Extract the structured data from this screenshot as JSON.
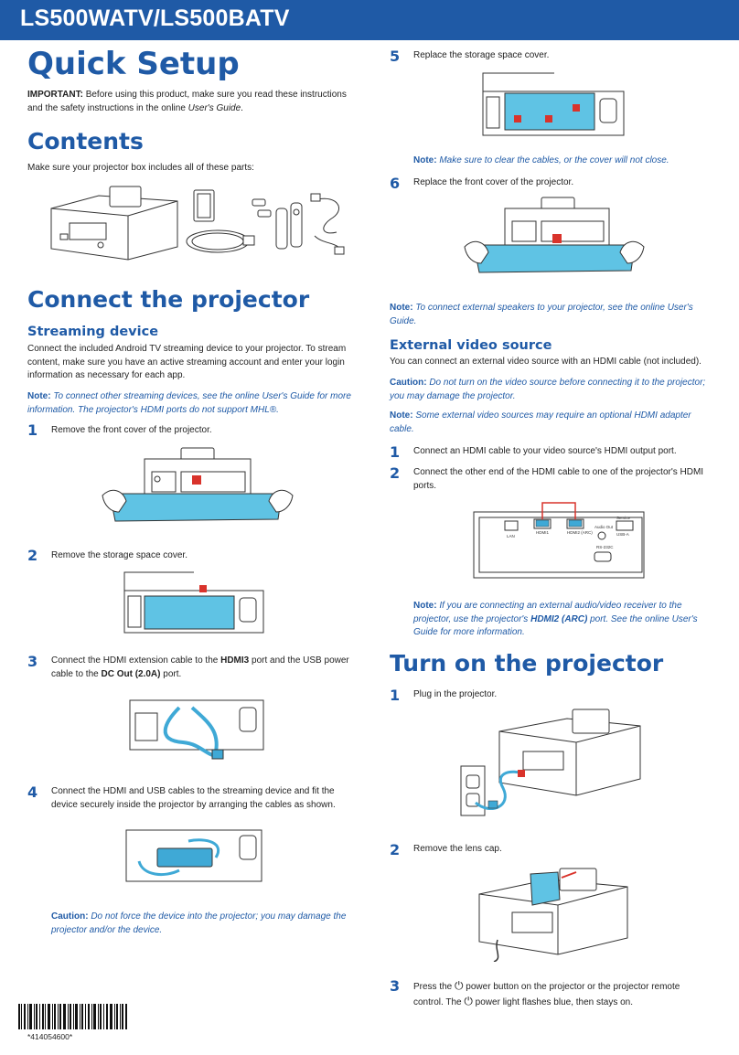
{
  "header": {
    "model": "LS500WATV/LS500BATV"
  },
  "quick_setup": {
    "title": "Quick Setup",
    "important_label": "IMPORTANT:",
    "important_text_1": "Before using this product, make sure you read these instructions",
    "important_text_2": "and the safety instructions in the online",
    "important_guide": "User's Guide",
    "important_end": "."
  },
  "contents": {
    "title": "Contents",
    "text": "Make sure your projector box includes all of these parts:"
  },
  "connect": {
    "title": "Connect the projector",
    "streaming_title": "Streaming device",
    "streaming_text": [
      "Connect the included Android TV streaming device to your projector. To stream",
      "content, make sure you have an active streaming account and enter your login",
      "information as necessary for each app."
    ],
    "note_label": "Note:",
    "note_text": [
      "To connect other streaming devices, see the online User's Guide for more",
      "information. The projector's HDMI ports do not support MHL®."
    ],
    "steps": [
      {
        "num": "1",
        "lines": [
          "Remove the front cover of the projector."
        ]
      },
      {
        "num": "2",
        "lines": [
          "Remove the storage space cover."
        ]
      },
      {
        "num": "3",
        "pre": "Connect the HDMI extension cable to the ",
        "b1": "HDMI3",
        "mid": " port and the USB power",
        "line2a": "cable to the ",
        "b2": "DC Out (2.0A)",
        "line2b": " port."
      },
      {
        "num": "4",
        "lines": [
          "Connect the HDMI and USB cables to the streaming device and fit the",
          "device securely inside the projector by arranging the cables as shown."
        ]
      }
    ],
    "caution_label": "Caution:",
    "caution_text": [
      "Do not force the device into the projector; you may damage the",
      "projector and/or the device."
    ]
  },
  "right_steps": {
    "s5": {
      "num": "5",
      "text": "Replace the storage space cover."
    },
    "note5_label": "Note:",
    "note5_text": "Make sure to clear the cables, or the cover will not close.",
    "s6": {
      "num": "6",
      "text": "Replace the front cover of the projector."
    },
    "note6_label": "Note:",
    "note6_text": [
      "To connect external speakers to your projector, see the online User's",
      "Guide."
    ]
  },
  "external": {
    "title": "External video source",
    "text": "You can connect an external video source with an HDMI cable (not included).",
    "caution_label": "Caution:",
    "caution_text": [
      "Do not turn on the video source before connecting it to the projector;",
      "you may damage the projector."
    ],
    "note_label": "Note:",
    "note_text": [
      "Some external video sources may require an optional HDMI adapter",
      "cable."
    ],
    "steps": [
      {
        "num": "1",
        "lines": [
          "Connect an HDMI cable to your video source's HDMI output port."
        ]
      },
      {
        "num": "2",
        "lines": [
          "Connect the other end of the HDMI cable to one of the projector's HDMI",
          "ports."
        ]
      }
    ],
    "note2_label": "Note:",
    "note2_l1": "If you are connecting an external audio/video receiver to the",
    "note2_l2a": "projector, use the projector's ",
    "note2_b": "HDMI2 (ARC)",
    "note2_l2b": " port. See the online User's",
    "note2_l3": "Guide for more information.",
    "port_labels": {
      "hdmi1": "HDMI1",
      "hdmi2": "HDMI2 (ARC)",
      "audio": "Audio Out",
      "rs": "RS-232C",
      "usb": "USB-A",
      "lan": "LAN",
      "service": "Service"
    }
  },
  "turn_on": {
    "title": "Turn on the projector",
    "steps": [
      {
        "num": "1",
        "text": "Plug in the projector."
      },
      {
        "num": "2",
        "text": "Remove the lens cap."
      },
      {
        "num": "3",
        "l1a": "Press the ",
        "l1b": " power button on the projector or the projector remote",
        "l2a": "control. The ",
        "l2b": " power light flashes blue, then stays on."
      }
    ]
  },
  "barcode": {
    "number": "*414054600*"
  },
  "colors": {
    "brand_blue": "#1f5aa6",
    "cover_blue": "#5fc3e4",
    "cable_blue": "#3fa9d6",
    "arrow_red": "#d9332b"
  }
}
